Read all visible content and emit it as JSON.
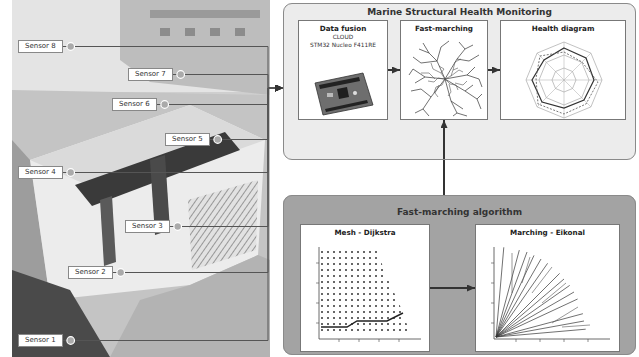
{
  "diagram": {
    "nodes": [
      {
        "text": [
          "Sensor 8"
        ]
      },
      {
        "text": [
          "Sensor 7"
        ]
      },
      {
        "text": [
          "Sensor 6"
        ]
      },
      {
        "text": [
          "Sensor 5"
        ]
      },
      {
        "text": [
          "Sensor 4"
        ]
      },
      {
        "text": [
          "Sensor 3"
        ]
      },
      {
        "text": [
          "Sensor 2"
        ]
      },
      {
        "text": [
          "Sensor 1"
        ]
      },
      {
        "text": [
          "Marine Structural Health Monitoring"
        ]
      },
      {
        "text": [
          "Data fusion",
          "CLOUD",
          "STM32 Nucleo F411RE"
        ],
        "in": 8
      },
      {
        "text": [
          "Fast-marching"
        ],
        "in": 8
      },
      {
        "text": [
          "Health diagram"
        ],
        "in": 8
      },
      {
        "text": [
          "Fast-marching algorithm"
        ]
      },
      {
        "text": [
          "Mesh - Dijkstra"
        ],
        "in": 12
      },
      {
        "text": [
          "Marching - Eikonal"
        ],
        "in": 12
      }
    ],
    "edges": [
      {
        "from": 0,
        "to": 8,
        "arrow": "to"
      },
      {
        "from": 1,
        "to": 8,
        "arrow": "to"
      },
      {
        "from": 2,
        "to": 8,
        "arrow": "to"
      },
      {
        "from": 3,
        "to": 8,
        "arrow": "to"
      },
      {
        "from": 4,
        "to": 8,
        "arrow": "to"
      },
      {
        "from": 5,
        "to": 8,
        "arrow": "to"
      },
      {
        "from": 6,
        "to": 8,
        "arrow": "to"
      },
      {
        "from": 7,
        "to": 8,
        "arrow": "to"
      },
      {
        "from": 9,
        "to": 10,
        "arrow": "to"
      },
      {
        "from": 10,
        "to": 11,
        "arrow": "to"
      },
      {
        "from": 12,
        "to": 10,
        "arrow": "to"
      },
      {
        "from": 13,
        "to": 14,
        "arrow": "to"
      }
    ]
  }
}
